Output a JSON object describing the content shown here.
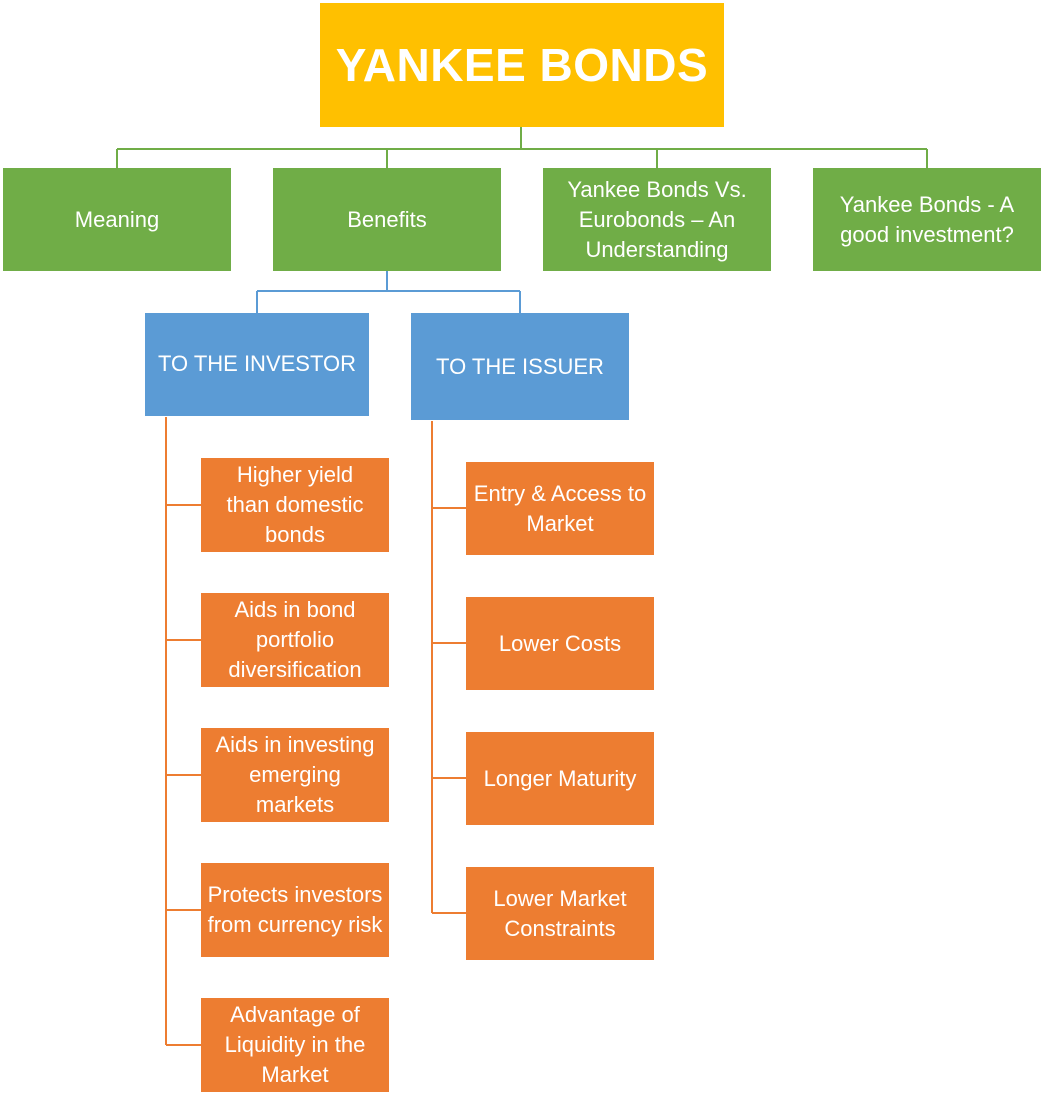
{
  "title": "YANKEE BONDS",
  "colors": {
    "title": "#FFC000",
    "level1": "#70AD47",
    "level2": "#5B9BD5",
    "level3": "#ED7D31",
    "connector_green": "#70AD47",
    "connector_blue": "#5B9BD5",
    "connector_orange": "#ED7D31"
  },
  "sections": [
    "Meaning",
    "Benefits",
    "Yankee Bonds Vs. Eurobonds – An Understanding",
    "Yankee Bonds - A good investment?"
  ],
  "benefits": {
    "investor": {
      "label": "TO THE INVESTOR",
      "items": [
        "Higher yield than domestic bonds",
        "Aids in bond portfolio diversification",
        "Aids in investing emerging markets",
        "Protects investors from currency risk",
        "Advantage of Liquidity in the Market"
      ]
    },
    "issuer": {
      "label": "TO THE ISSUER",
      "items": [
        "Entry & Access to Market",
        "Lower Costs",
        "Longer Maturity",
        "Lower Market Constraints"
      ]
    }
  }
}
